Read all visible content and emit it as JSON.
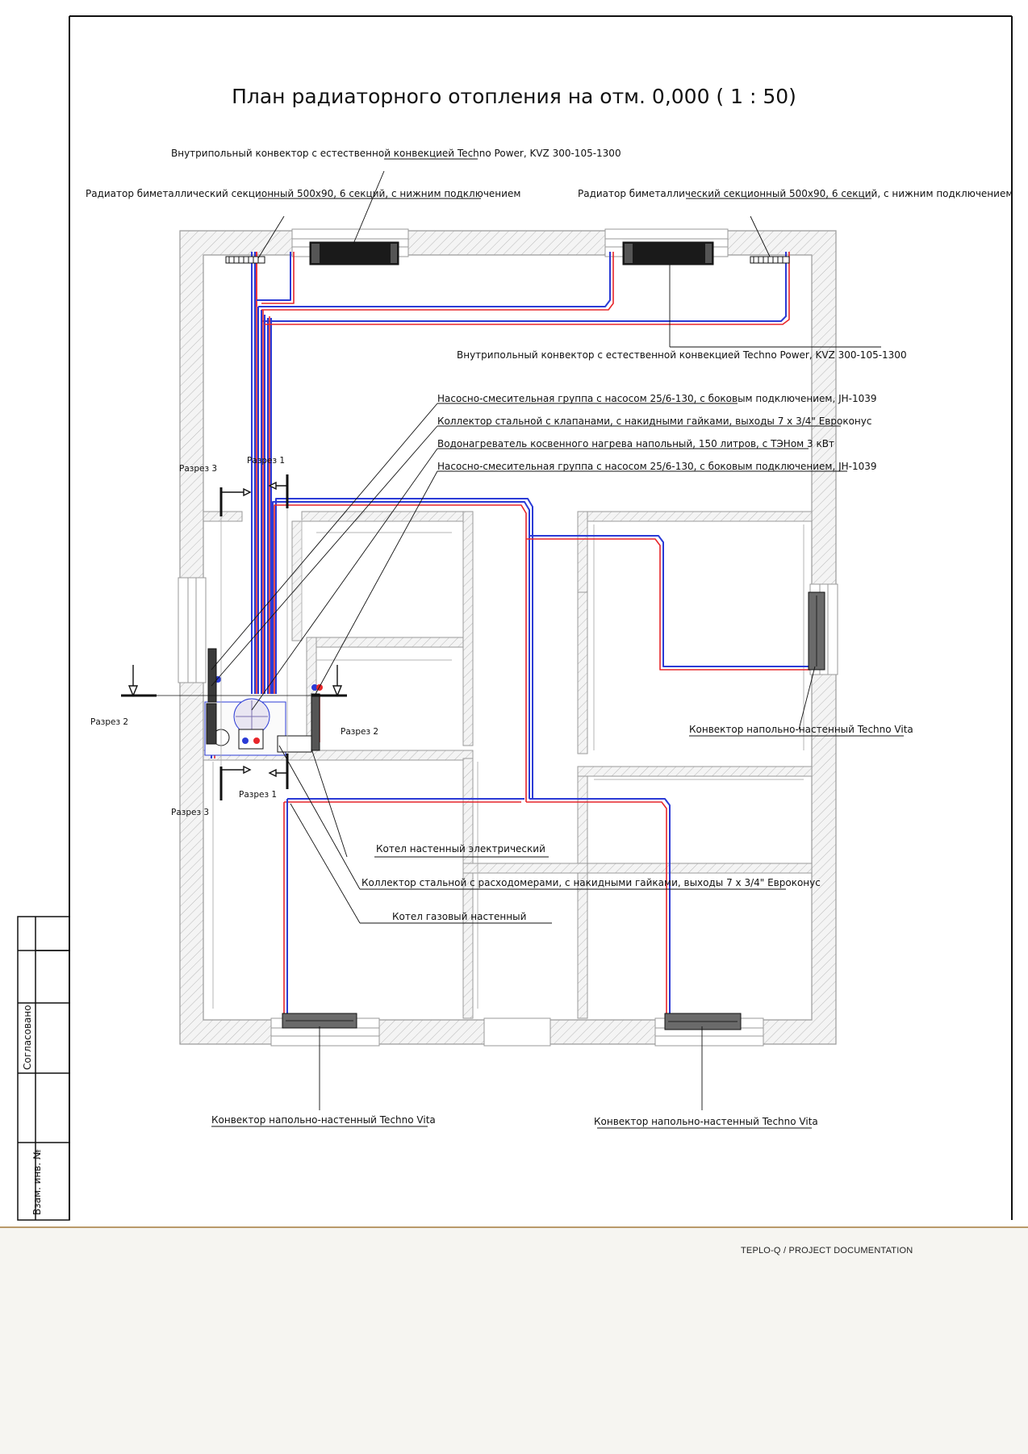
{
  "title": "План радиаторного отопления на отм. 0,000 ( 1 : 50)",
  "labels": {
    "convector_top": "Внутрипольный конвектор с естественной конвекцией Techno Power, KVZ 300-105-1300",
    "radiator_left": "Радиатор биметаллический секционный 500х90, 6 секций, с нижним подключением",
    "radiator_right": "Радиатор биметаллический секционный 500х90, 6 секций, с нижним подключением",
    "convector_mid": "Внутрипольный конвектор с естественной конвекцией Techno Power, KVZ 300-105-1300",
    "pump_group_1": "Насосно-смесительная группа с насосом 25/6-130, с боковым подключением, JH-1039",
    "collector_valves": "Коллектор стальной с клапанами, с накидными гайками, выходы 7 х 3/4\" Евроконус",
    "water_heater": "Водонагреватель косвенного нагрева напольный, 150 литров, с ТЭНом 3 кВт",
    "pump_group_2": "Насосно-смесительная группа с насосом 25/6-130, с боковым подключением, JH-1039",
    "convector_vita_right": "Конвектор напольно-настенный Techno Vita",
    "boiler_electric": "Котел настенный электрический",
    "collector_flowmeters": "Коллектор стальной с расходомерами, с накидными гайками, выходы 7 х 3/4\" Евроконус",
    "boiler_gas": "Котел газовый настенный",
    "convector_vita_bottom_left": "Конвектор напольно-настенный Techno Vita",
    "convector_vita_bottom_right": "Конвектор напольно-настенный Techno Vita"
  },
  "sections": {
    "s1_top": "Разрез 1",
    "s1_bottom": "Разрез 1",
    "s3_top": "Разрез 3",
    "s3_bottom": "Разрез 3",
    "s2_left": "Разрез 2",
    "s2_right": "Разрез 2"
  },
  "stamp": {
    "agreed": "Согласовано",
    "inv_no": "Взам. инв. №"
  },
  "footer": "TEPLO-Q / PROJECT DOCUMENTATION",
  "colors": {
    "supply": "#e8262a",
    "return": "#2b3bd6",
    "wall": "#9a9a9a",
    "frame": "#111111",
    "accent_line": "#b99a6a"
  }
}
